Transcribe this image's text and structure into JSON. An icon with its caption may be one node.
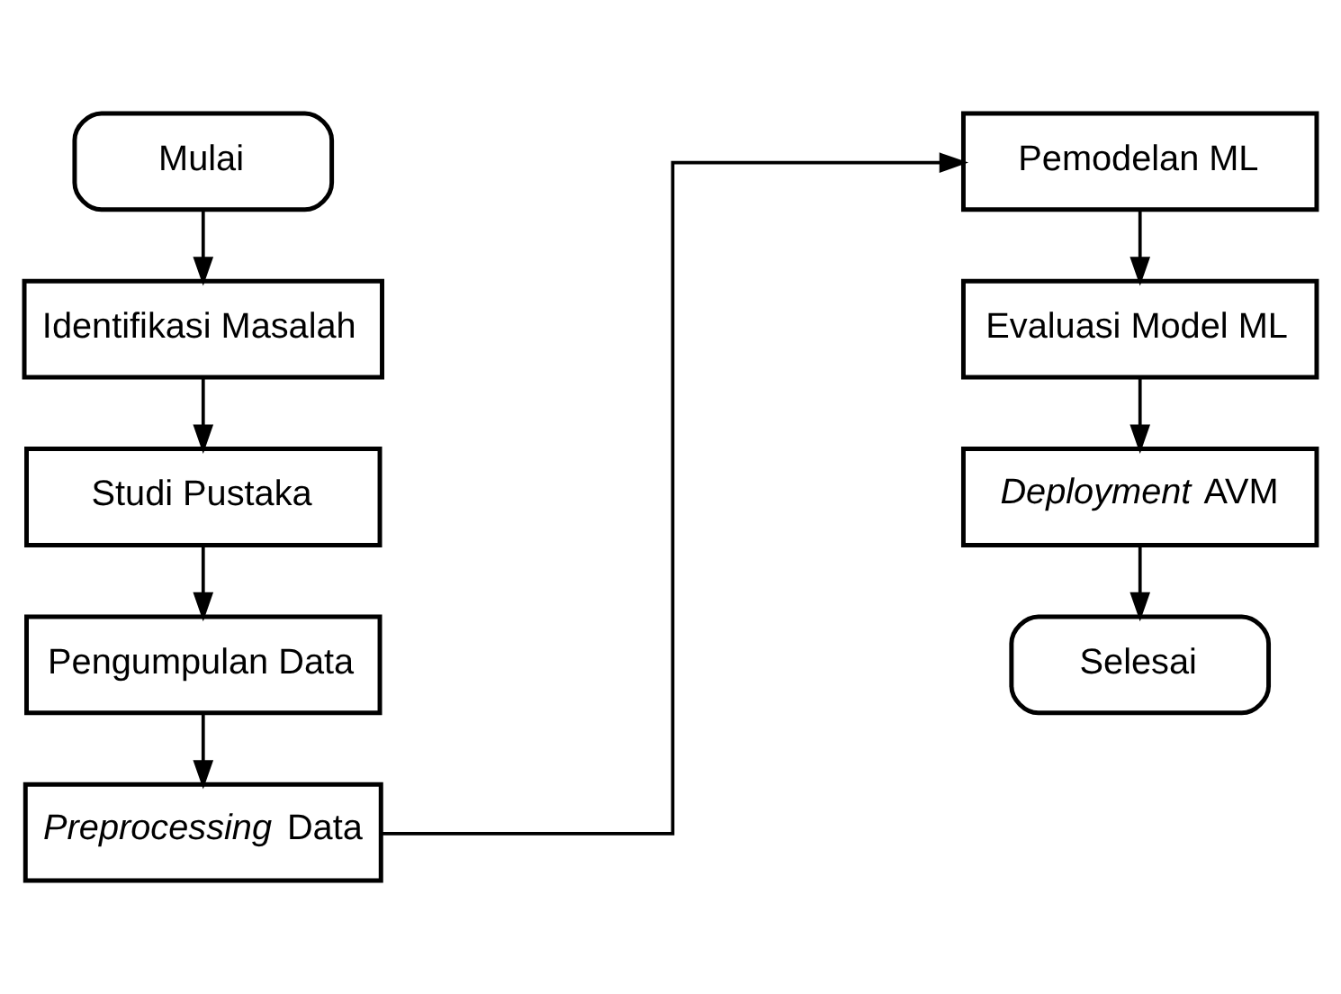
{
  "diagram": {
    "nodes": [
      {
        "text": [
          "Mulai"
        ]
      },
      {
        "text": [
          "Identifikasi Masalah"
        ]
      },
      {
        "text": [
          "Studi Pustaka"
        ]
      },
      {
        "text": [
          "Pengumpulan Data"
        ]
      },
      {
        "text": [
          "*Preprocessing* Data"
        ]
      },
      {
        "text": [
          "Pemodelan ML"
        ]
      },
      {
        "text": [
          "Evaluasi Model ML"
        ]
      },
      {
        "text": [
          "*Deployment* AVM"
        ]
      },
      {
        "text": [
          "Selesai"
        ]
      }
    ],
    "edges": [
      {
        "from": 0,
        "to": 1,
        "arrow": "to"
      },
      {
        "from": 1,
        "to": 2,
        "arrow": "to"
      },
      {
        "from": 2,
        "to": 3,
        "arrow": "to"
      },
      {
        "from": 3,
        "to": 4,
        "arrow": "to"
      },
      {
        "from": 4,
        "to": 5,
        "arrow": "to"
      },
      {
        "from": 5,
        "to": 6,
        "arrow": "to"
      },
      {
        "from": 6,
        "to": 7,
        "arrow": "to"
      },
      {
        "from": 7,
        "to": 8,
        "arrow": "to"
      }
    ]
  }
}
